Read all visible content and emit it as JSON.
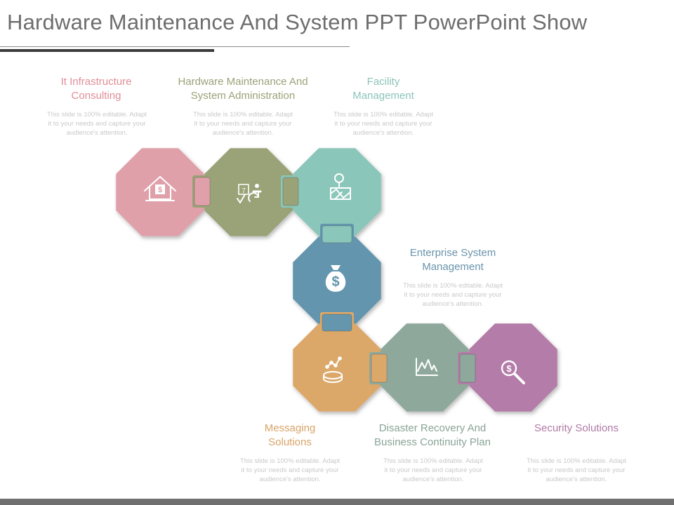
{
  "title": "Hardware Maintenance And System PPT PowerPoint Show",
  "colors": {
    "title": "#6d6d6d",
    "pink": "#e0a0aa",
    "olive": "#9aa278",
    "teal": "#8ac6b9",
    "blue": "#6496ae",
    "orange": "#dca86a",
    "sage": "#8ea89c",
    "purple": "#b47ca8"
  },
  "items": [
    {
      "label_1": "It Infrastructure",
      "label_2": "Consulting",
      "desc_1": "This slide is 100% editable. Adapt",
      "desc_2": "it to your needs and capture your",
      "desc_3": "audience's attention.",
      "icon": "house-dollar-icon",
      "color": "#e0a0aa",
      "label_color": "#e08d98"
    },
    {
      "label_1": "Hardware Maintenance And",
      "label_2": "System Administration",
      "desc_1": "This slide is 100% editable. Adapt",
      "desc_2": "it to your needs and capture your",
      "desc_3": "audience's attention.",
      "icon": "calendar-check-icon",
      "color": "#9aa278",
      "label_color": "#9aa278"
    },
    {
      "label_1": "Facility",
      "label_2": "Management",
      "desc_1": "This slide is 100% editable. Adapt",
      "desc_2": "it to your needs and capture your",
      "desc_3": "audience's attention.",
      "icon": "map-pin-icon",
      "color": "#8ac6b9",
      "label_color": "#8cc4b8"
    },
    {
      "label_1": "Enterprise System",
      "label_2": "Management",
      "desc_1": "This slide is 100% editable. Adapt",
      "desc_2": "it to your needs and capture your",
      "desc_3": "audience's attention.",
      "icon": "money-bag-icon",
      "color": "#6496ae",
      "label_color": "#6a94ac"
    },
    {
      "label_1": "Messaging",
      "label_2": "Solutions",
      "desc_1": "This slide is 100% editable. Adapt",
      "desc_2": "it to your needs and capture your",
      "desc_3": "audience's attention.",
      "icon": "coins-growth-icon",
      "color": "#dca86a",
      "label_color": "#d8a46a"
    },
    {
      "label_1": "Disaster Recovery And",
      "label_2": "Business Continuity Plan",
      "desc_1": "This slide is 100% editable. Adapt",
      "desc_2": "it to your needs and capture your",
      "desc_3": "audience's attention.",
      "icon": "line-chart-icon",
      "color": "#8ea89c",
      "label_color": "#8aa498"
    },
    {
      "label_1": "Security Solutions",
      "label_2": "",
      "desc_1": "This slide is 100% editable. Adapt",
      "desc_2": "it to your needs and capture your",
      "desc_3": "audience's attention.",
      "icon": "dollar-magnifier-icon",
      "color": "#b47ca8",
      "label_color": "#b07aa6"
    }
  ],
  "icon_text": {
    "dollar": "$",
    "calendar_day": "7"
  }
}
